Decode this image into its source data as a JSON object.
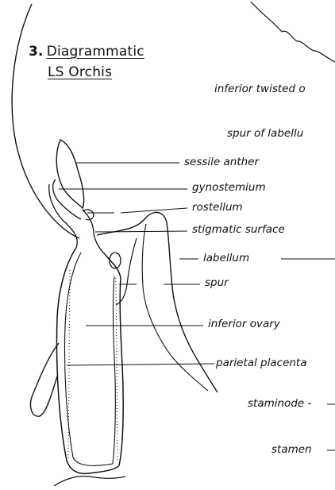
{
  "diagram": {
    "title": {
      "number": "3.",
      "line1": "Diagrammatic",
      "line2": "LS Orchis"
    },
    "labels": {
      "inferior_twisted": "inferior twisted o",
      "spur_of_labellum": "spur of labellu",
      "sessile_anther": "sessile anther",
      "gynostemium": "gynostemium",
      "rostellum": "rostellum",
      "stigmatic_surface": "stigmatic surface",
      "labellum": "labellum",
      "spur": "spur",
      "inferior_ovary": "inferior ovary",
      "parietal_placenta": "parietal placenta",
      "staminode": "staminode -",
      "stamen": "stamen"
    }
  }
}
